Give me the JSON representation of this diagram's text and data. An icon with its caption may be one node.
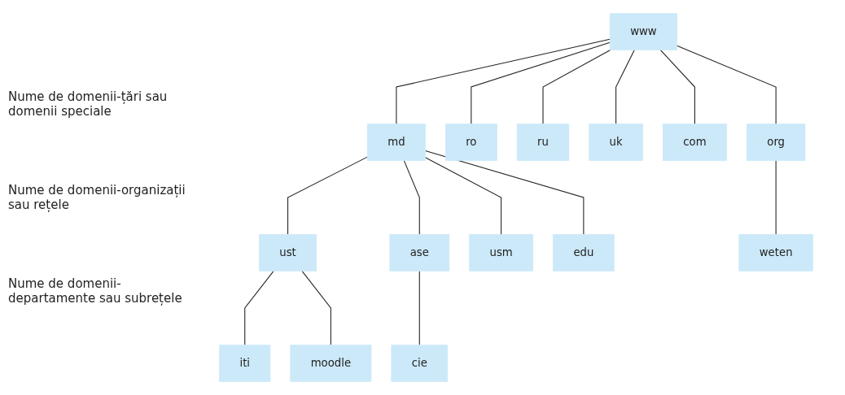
{
  "diagram": {
    "nodes": [
      {
        "text": [
          "www"
        ]
      },
      {
        "text": [
          "md"
        ]
      },
      {
        "text": [
          "ro"
        ]
      },
      {
        "text": [
          "ru"
        ]
      },
      {
        "text": [
          "uk"
        ]
      },
      {
        "text": [
          "com"
        ]
      },
      {
        "text": [
          "org"
        ]
      },
      {
        "text": [
          "ust"
        ]
      },
      {
        "text": [
          "ase"
        ]
      },
      {
        "text": [
          "usm"
        ]
      },
      {
        "text": [
          "edu"
        ]
      },
      {
        "text": [
          "weten"
        ]
      },
      {
        "text": [
          "iti"
        ]
      },
      {
        "text": [
          "moodle"
        ]
      },
      {
        "text": [
          "cie"
        ]
      }
    ],
    "edges": [
      {
        "from": 0,
        "to": 1,
        "arrow": "none"
      },
      {
        "from": 0,
        "to": 2,
        "arrow": "none"
      },
      {
        "from": 0,
        "to": 3,
        "arrow": "none"
      },
      {
        "from": 0,
        "to": 4,
        "arrow": "none"
      },
      {
        "from": 0,
        "to": 5,
        "arrow": "none"
      },
      {
        "from": 0,
        "to": 6,
        "arrow": "none"
      },
      {
        "from": 1,
        "to": 7,
        "arrow": "none"
      },
      {
        "from": 1,
        "to": 8,
        "arrow": "none"
      },
      {
        "from": 1,
        "to": 9,
        "arrow": "none"
      },
      {
        "from": 1,
        "to": 10,
        "arrow": "none"
      },
      {
        "from": 6,
        "to": 11,
        "arrow": "none"
      },
      {
        "from": 7,
        "to": 12,
        "arrow": "none"
      },
      {
        "from": 7,
        "to": 13,
        "arrow": "none"
      },
      {
        "from": 8,
        "to": 14,
        "arrow": "none"
      }
    ],
    "labels": [
      "Nume de domenii-țări sau domenii speciale",
      "Nume de domenii-organizații sau rețele",
      "Nume de domenii-departamente sau subrețele"
    ]
  }
}
